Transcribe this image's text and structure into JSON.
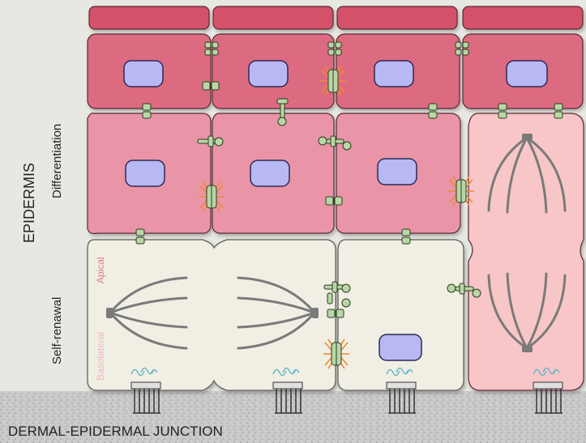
{
  "labels": {
    "epidermis": "EPIDERMIS",
    "differentiation": "Differentiation",
    "self_renewal": "Self-renawal",
    "apical": "Apical",
    "basolateral": "Basolateral",
    "junction": "DERMAL-EPIDERMAL JUNCTION"
  },
  "colors": {
    "background": "#e8e8e2",
    "cornified": "#d4516a",
    "granular": "#dc6a80",
    "spinous": "#e995a7",
    "mitotic_suprabasal": "#f8c6c8",
    "basal": "#f1efe4",
    "nucleus": "#b8b8f4",
    "junction_green": "#b7d7a4",
    "spindle": "#7a7a7a",
    "desmosome_fibers": "#f08a30",
    "integrin_blue": "#6ab7c9",
    "membrane_dermis": "#b8b8b8"
  },
  "icons": [
    "desmosome-icon",
    "adherens-junction-icon",
    "tight-junction-icon",
    "hemidesmosome-icon",
    "mitotic-spindle-icon"
  ]
}
